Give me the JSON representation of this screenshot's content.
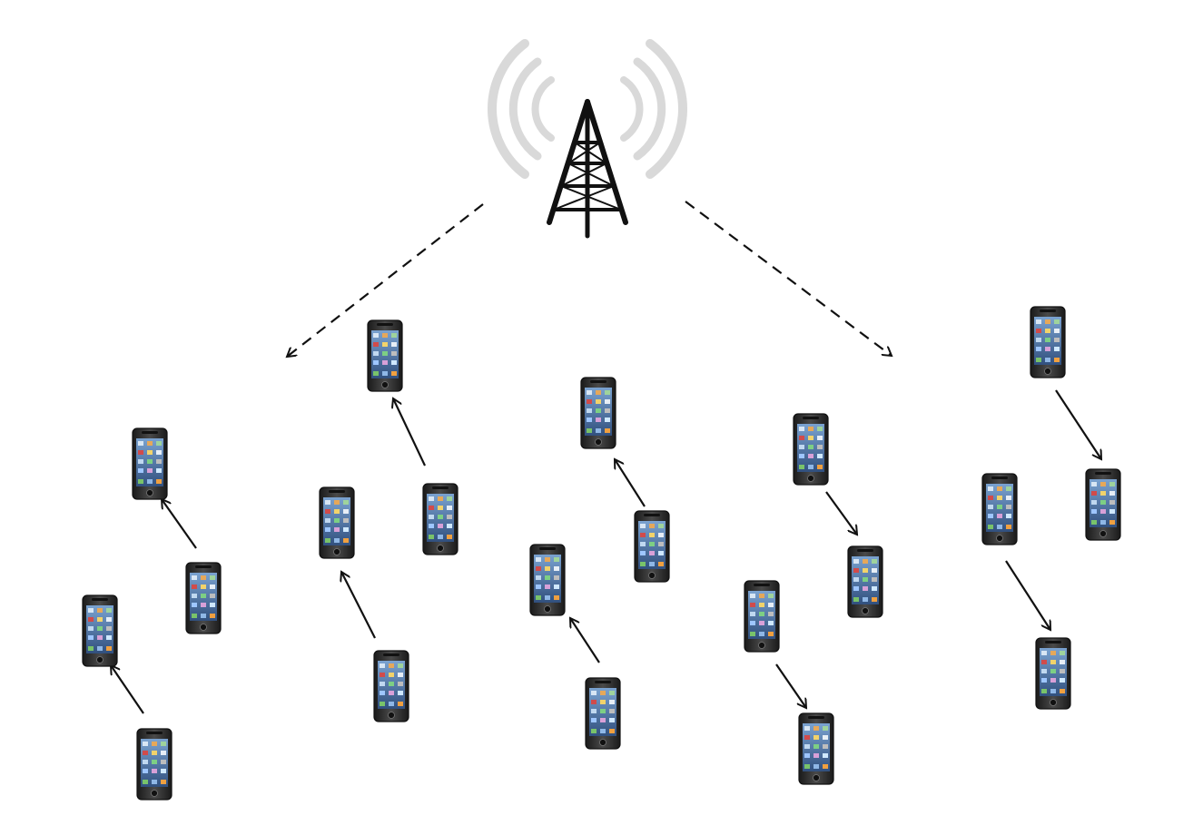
{
  "diagram": {
    "tower": {
      "icon": "cell-tower-icon",
      "signal_icon": "radio-waves-icon"
    },
    "device_icon": "smartphone-icon",
    "device_count": 20,
    "broadcast_links": 2,
    "device_links": 10,
    "colors": {
      "background": "#ffffff",
      "tower": "#111111",
      "signal_waves": "#d9d9d9",
      "arrows": "#111111",
      "phone_body": "#2f2f2f",
      "phone_screen": "#5b7fae"
    }
  }
}
